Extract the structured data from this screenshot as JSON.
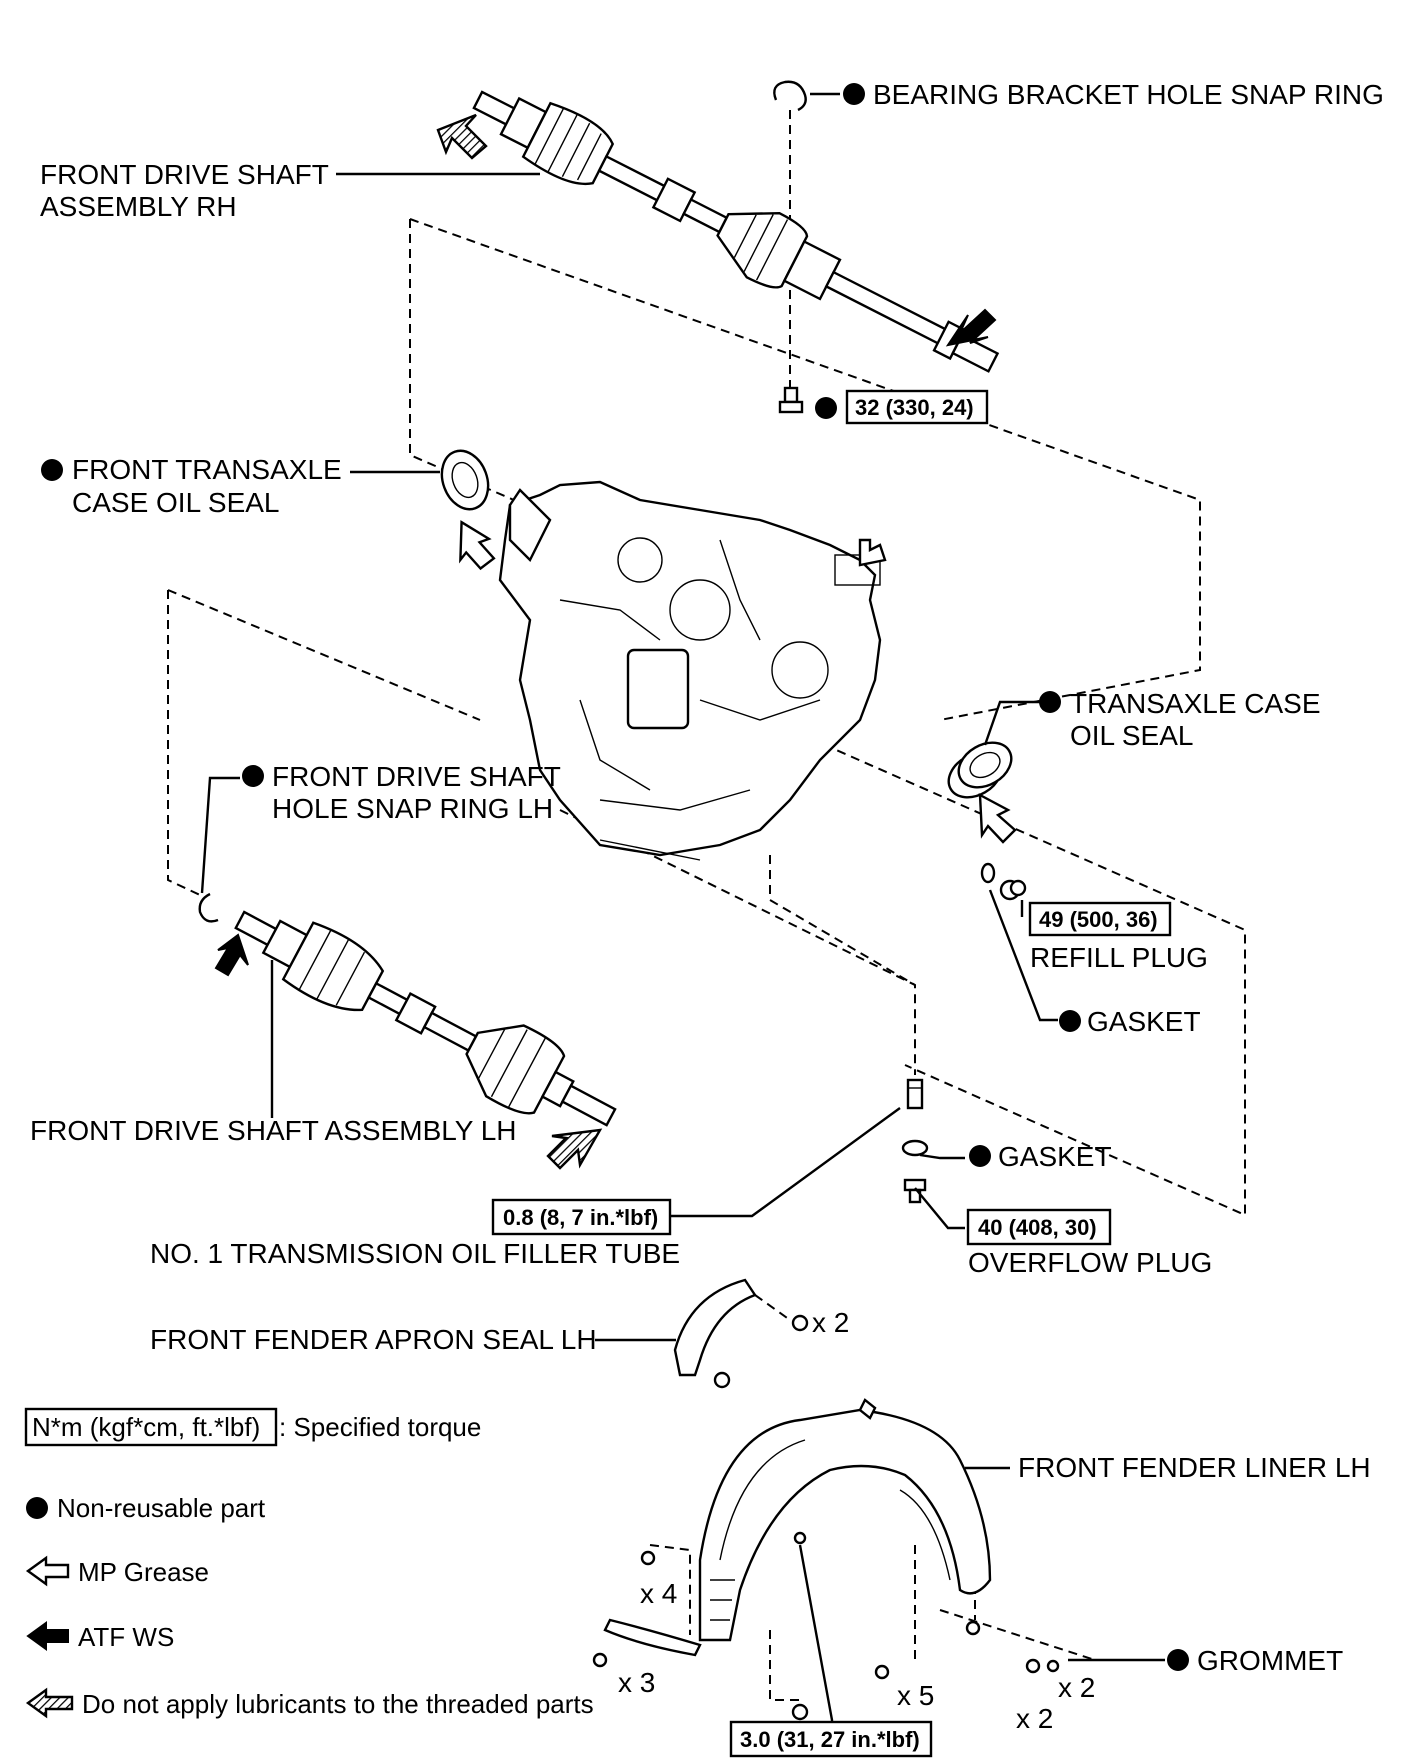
{
  "labels": {
    "bearing_snap_ring": "BEARING BRACKET HOLE SNAP RING",
    "shaft_rh_1": "FRONT DRIVE SHAFT",
    "shaft_rh_2": "ASSEMBLY RH",
    "front_oil_seal_1": "FRONT TRANSAXLE",
    "front_oil_seal_2": "CASE OIL SEAL",
    "case_oil_seal_1": "TRANSAXLE CASE",
    "case_oil_seal_2": "OIL SEAL",
    "hole_snap_ring_1": "FRONT DRIVE SHAFT",
    "hole_snap_ring_2": "HOLE SNAP RING LH",
    "refill_plug": "REFILL PLUG",
    "gasket_upper": "GASKET",
    "shaft_lh": "FRONT DRIVE SHAFT ASSEMBLY LH",
    "gasket_lower": "GASKET",
    "filler_tube": "NO. 1 TRANSMISSION OIL FILLER TUBE",
    "overflow_plug": "OVERFLOW PLUG",
    "apron_seal": "FRONT FENDER APRON SEAL LH",
    "fender_liner": "FRONT FENDER LINER LH",
    "grommet": "GROMMET"
  },
  "torques": {
    "bearing_bolt": "32 (330, 24)",
    "refill_plug": "49 (500, 36)",
    "filler_tube": "0.8 (8, 7 in.*lbf)",
    "overflow_plug": "40 (408, 30)",
    "liner_bolt": "3.0 (31, 27 in.*lbf)"
  },
  "quantities": {
    "apron_bolts": "x 2",
    "liner_x4": "x 4",
    "liner_x3": "x 3",
    "liner_x5": "x 5",
    "grommet_x2a": "x 2",
    "grommet_x2b": "x 2"
  },
  "legend": {
    "torque_unit": "N*m (kgf*cm, ft.*lbf)",
    "torque_desc": ": Specified torque",
    "non_reusable": "Non-reusable part",
    "mp_grease": "MP Grease",
    "atf_ws": "ATF WS",
    "no_lube": "Do not apply lubricants to the threaded parts"
  },
  "icons": {
    "non_reusable": "filled-circle-icon",
    "mp_grease": "hollow-arrow-icon",
    "atf_ws": "solid-arrow-icon",
    "no_lube": "hatched-arrow-icon"
  }
}
